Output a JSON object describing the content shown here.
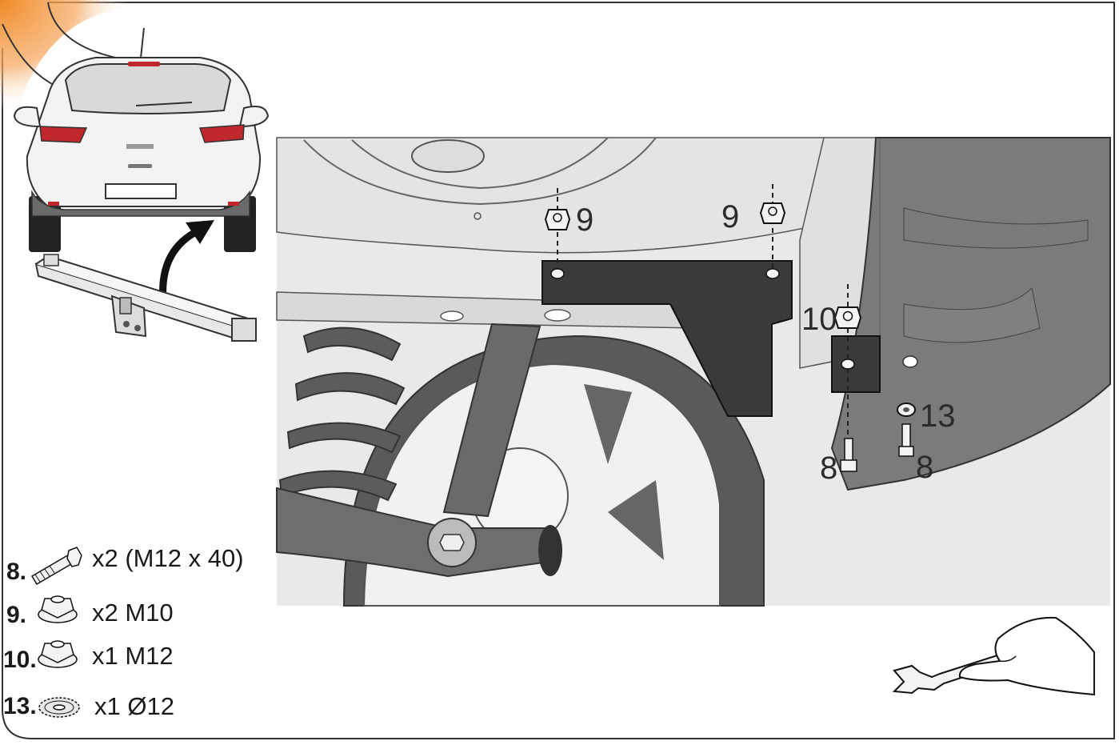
{
  "callouts": {
    "nut_left": "9",
    "nut_right": "9",
    "nut_mid": "10",
    "bolt_left": "8",
    "bolt_right": "8",
    "washer": "13"
  },
  "parts": [
    {
      "number": "8.",
      "desc": "x2 (M12 x 40)",
      "icon": "bolt-icon"
    },
    {
      "number": "9.",
      "desc": "x2 M10",
      "icon": "flange-nut-icon"
    },
    {
      "number": "10.",
      "desc": "x1 M12",
      "icon": "flange-nut-icon"
    },
    {
      "number": "13.",
      "desc": "x1 Ø12",
      "icon": "serrated-washer-icon"
    }
  ],
  "colors": {
    "accent_orange": "#f08a24",
    "bracket": "#3a3a3a",
    "body_grey": "#e6e6e6",
    "tyre_grey": "#555555"
  }
}
